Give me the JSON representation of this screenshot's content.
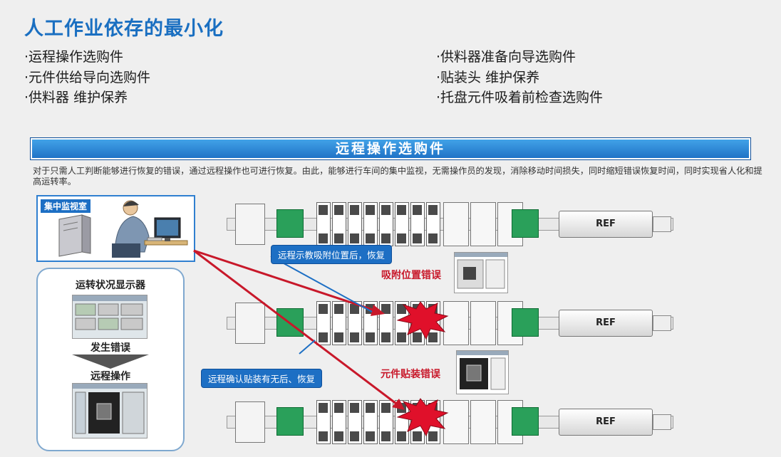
{
  "title": "人工作业依存的最小化",
  "bullets_left": [
    "·运程操作选购件",
    "·元件供给导向选购件",
    "·供料器 维护保养"
  ],
  "bullets_right": [
    "·供料器准备向导选购件",
    "·贴装头 维护保养",
    "·托盘元件吸着前检查选购件"
  ],
  "banner": "远程操作选购件",
  "description": "对于只需人工判断能够进行恢复的错误，通过远程操作也可进行恢复。由此，能够进行车间的集中监视，无需操作员的发现，消除移动时间损失，同时缩短错误恢复时间，同时实现省人化和提高运转率。",
  "control_room_label": "集中监视室",
  "monitor_panel": {
    "title": "运转状况显示器",
    "error_text": "发生错误",
    "remote_text": "远程操作"
  },
  "callouts": {
    "top": "远程示教吸附位置后，恢复",
    "bottom": "远程确认贴装有无后、恢复"
  },
  "errors": {
    "pickup": "吸附位置错误",
    "mount": "元件贴装错误"
  },
  "ref_labels": [
    "REF",
    "REF",
    "REF"
  ],
  "colors": {
    "accent": "#1a6fc1",
    "error": "#c8182a",
    "arrow": "#c8182a"
  }
}
